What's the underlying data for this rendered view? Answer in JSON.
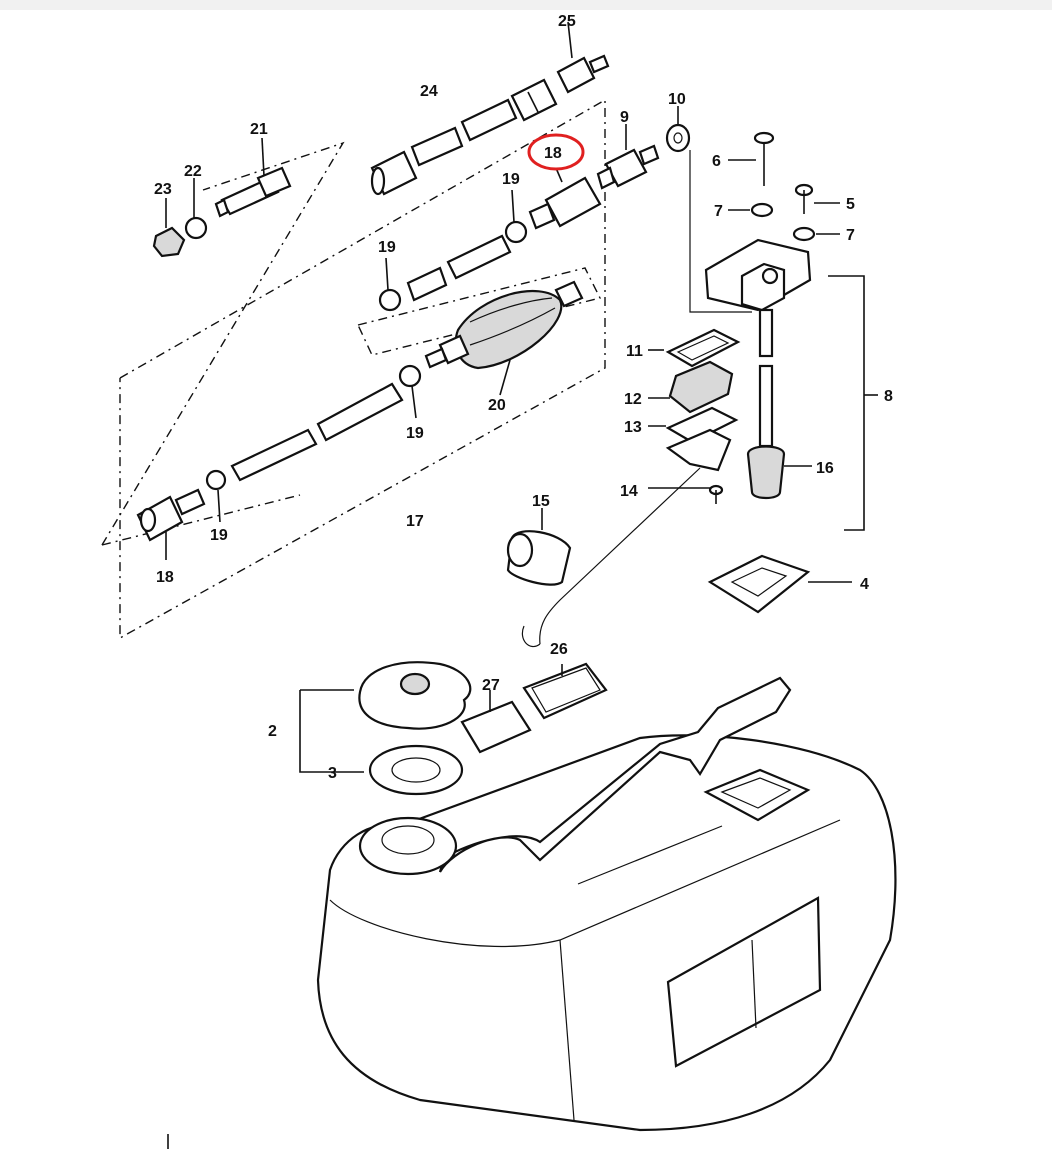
{
  "callouts": {
    "c2": "2",
    "c3": "3",
    "c4": "4",
    "c5": "5",
    "c6": "6",
    "c7a": "7",
    "c7b": "7",
    "c8": "8",
    "c9": "9",
    "c10": "10",
    "c11": "11",
    "c12": "12",
    "c13": "13",
    "c14": "14",
    "c15": "15",
    "c16": "16",
    "c17": "17",
    "c18a": "18",
    "c18b": "18",
    "c19a": "19",
    "c19b": "19",
    "c19c": "19",
    "c19d": "19",
    "c20": "20",
    "c21": "21",
    "c22": "22",
    "c23": "23",
    "c24": "24",
    "c25": "25",
    "c26": "26",
    "c27": "27"
  },
  "highlight": {
    "part": "18",
    "color": "#e02020"
  },
  "colors": {
    "line": "#111111",
    "background": "#ffffff",
    "top_strip": "#f1f1f1"
  }
}
